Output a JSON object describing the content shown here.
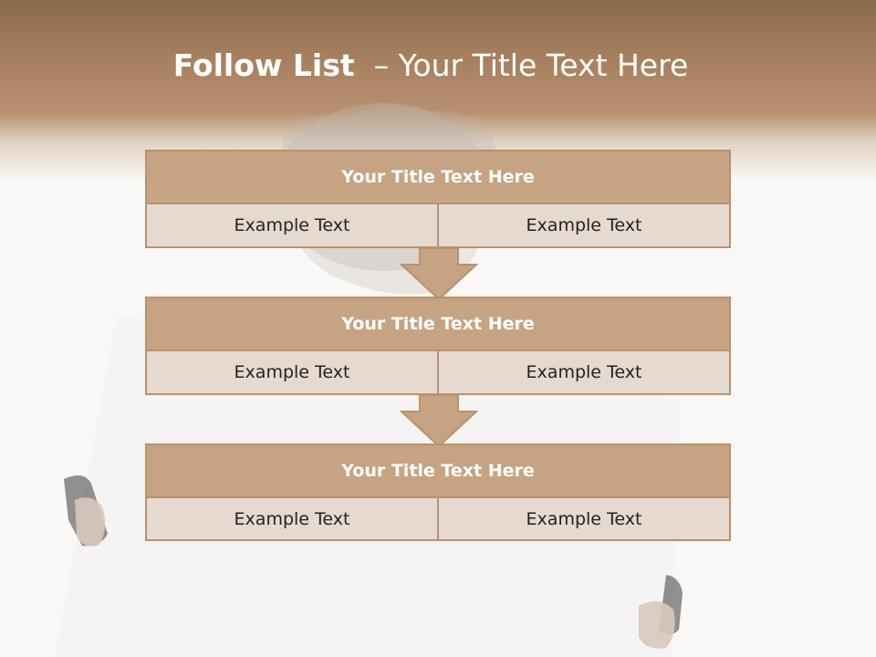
{
  "slide": {
    "title_bold": "Follow List",
    "title_dash": "  –",
    "title_rest": "Your Title Text Here"
  },
  "steps": [
    {
      "title": "Your Title Text Here",
      "left": "Example Text",
      "right": "Example Text"
    },
    {
      "title": "Your Title Text Here",
      "left": "Example Text",
      "right": "Example Text"
    },
    {
      "title": "Your Title Text Here",
      "left": "Example Text",
      "right": "Example Text"
    }
  ],
  "colors": {
    "header_fill": "#c6a382",
    "cell_fill": "#e6d9d0",
    "border": "#b9926e",
    "arrow_fill": "#c6a382"
  },
  "icons": [
    "down-arrow-icon"
  ]
}
